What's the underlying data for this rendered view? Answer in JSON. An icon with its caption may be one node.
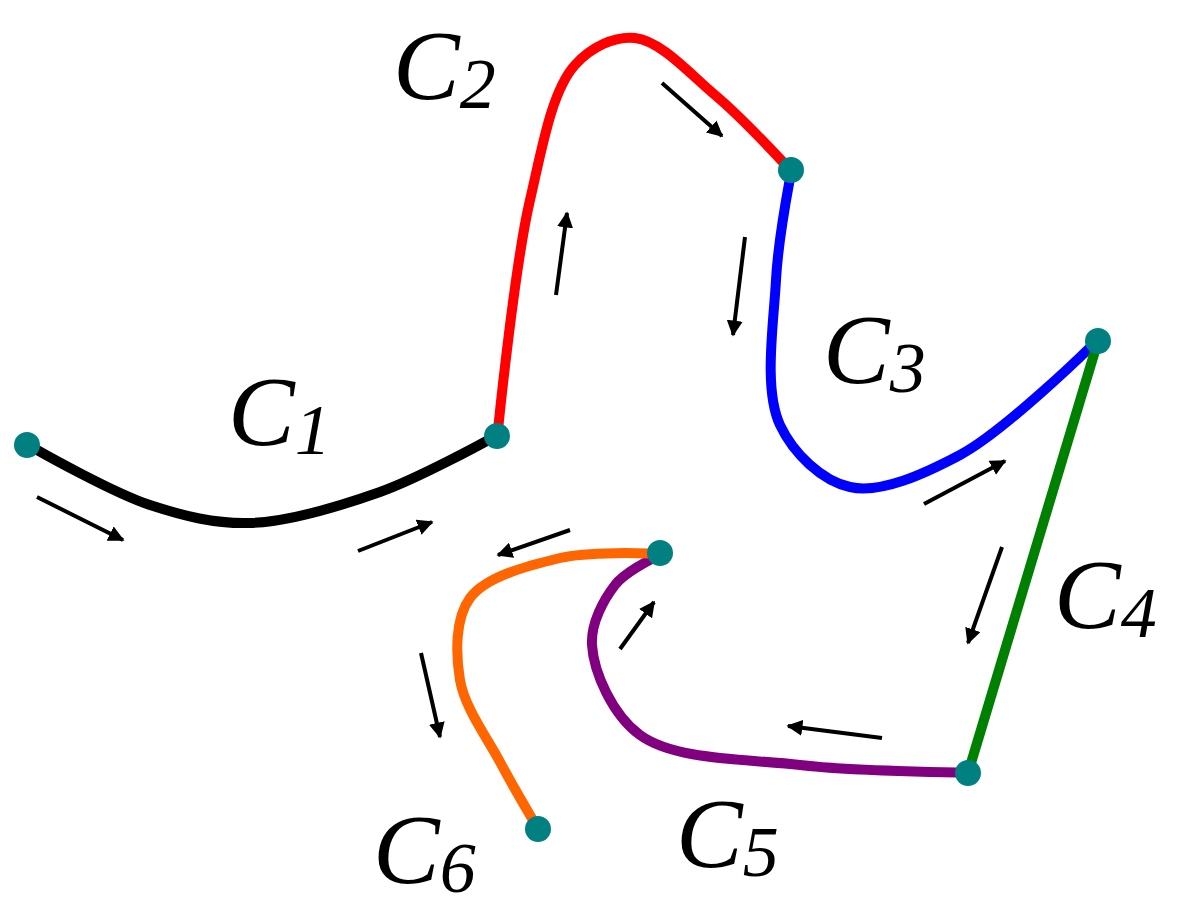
{
  "diagram": {
    "nodes": [
      {
        "text": [],
        "shape": "circle"
      },
      {
        "text": [],
        "shape": "circle"
      },
      {
        "text": [],
        "shape": "circle"
      },
      {
        "text": [],
        "shape": "circle"
      },
      {
        "text": [],
        "shape": "circle"
      },
      {
        "text": [],
        "shape": "circle"
      },
      {
        "text": [],
        "shape": "circle"
      }
    ],
    "edges": [
      {
        "from": 0,
        "to": 1,
        "arrow": "none",
        "label": "C$_{1}$",
        "color": "#000000"
      },
      {
        "from": 1,
        "to": 2,
        "arrow": "none",
        "label": "C$_{2}$",
        "color": "#ff0000"
      },
      {
        "from": 2,
        "to": 3,
        "arrow": "none",
        "label": "C$_{3}$",
        "color": "#0000ff"
      },
      {
        "from": 3,
        "to": 4,
        "arrow": "none",
        "label": "C$_{4}$",
        "color": "#008000"
      },
      {
        "from": 4,
        "to": 5,
        "arrow": "none",
        "label": "C$_{5}$",
        "color": "#800080"
      },
      {
        "from": 5,
        "to": 6,
        "arrow": "none",
        "label": "C$_{6}$",
        "color": "#ff6600"
      }
    ]
  }
}
